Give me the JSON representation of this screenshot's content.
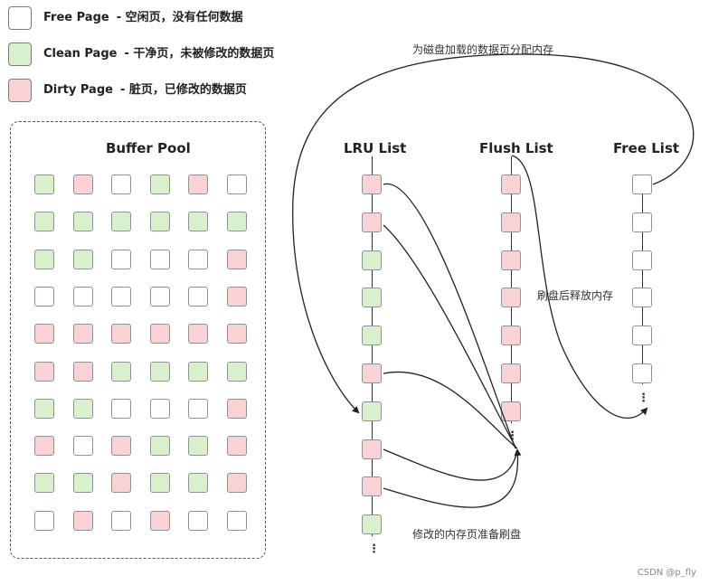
{
  "legend": [
    {
      "kind": "free",
      "label": "Free Page",
      "desc": "- 空闲页，没有任何数据"
    },
    {
      "kind": "clean",
      "label": "Clean Page",
      "desc": "- 干净页，未被修改的数据页"
    },
    {
      "kind": "dirty",
      "label": "Dirty Page",
      "desc": "- 脏页，已修改的数据页"
    }
  ],
  "buffer_pool": {
    "title": "Buffer Pool",
    "grid": [
      [
        "clean",
        "dirty",
        "free",
        "clean",
        "dirty",
        "free"
      ],
      [
        "clean",
        "clean",
        "clean",
        "clean",
        "clean",
        "clean"
      ],
      [
        "clean",
        "clean",
        "free",
        "free",
        "free",
        "dirty"
      ],
      [
        "free",
        "free",
        "free",
        "free",
        "free",
        "dirty"
      ],
      [
        "dirty",
        "dirty",
        "dirty",
        "dirty",
        "dirty",
        "dirty"
      ],
      [
        "dirty",
        "dirty",
        "clean",
        "clean",
        "clean",
        "clean"
      ],
      [
        "clean",
        "clean",
        "free",
        "free",
        "free",
        "dirty"
      ],
      [
        "dirty",
        "free",
        "dirty",
        "clean",
        "clean",
        "dirty"
      ],
      [
        "clean",
        "clean",
        "dirty",
        "clean",
        "clean",
        "dirty"
      ],
      [
        "free",
        "dirty",
        "free",
        "dirty",
        "free",
        "free"
      ]
    ]
  },
  "lists": {
    "lru": {
      "title": "LRU List",
      "nodes": [
        "dirty",
        "dirty",
        "clean",
        "clean",
        "clean",
        "dirty",
        "clean",
        "dirty",
        "dirty",
        "clean"
      ],
      "more": "⋮"
    },
    "flush": {
      "title": "Flush List",
      "nodes": [
        "dirty",
        "dirty",
        "dirty",
        "dirty",
        "dirty",
        "dirty",
        "dirty"
      ],
      "more": "⋮"
    },
    "free": {
      "title": "Free List",
      "nodes": [
        "free",
        "free",
        "free",
        "free",
        "free",
        "free"
      ],
      "more": "⋮"
    }
  },
  "annotations": {
    "load": "为磁盘加载的数据页分配内存",
    "release": "刷盘后释放内存",
    "prepare": "修改的内存页准备刷盘"
  },
  "watermark": "CSDN @p_fly"
}
